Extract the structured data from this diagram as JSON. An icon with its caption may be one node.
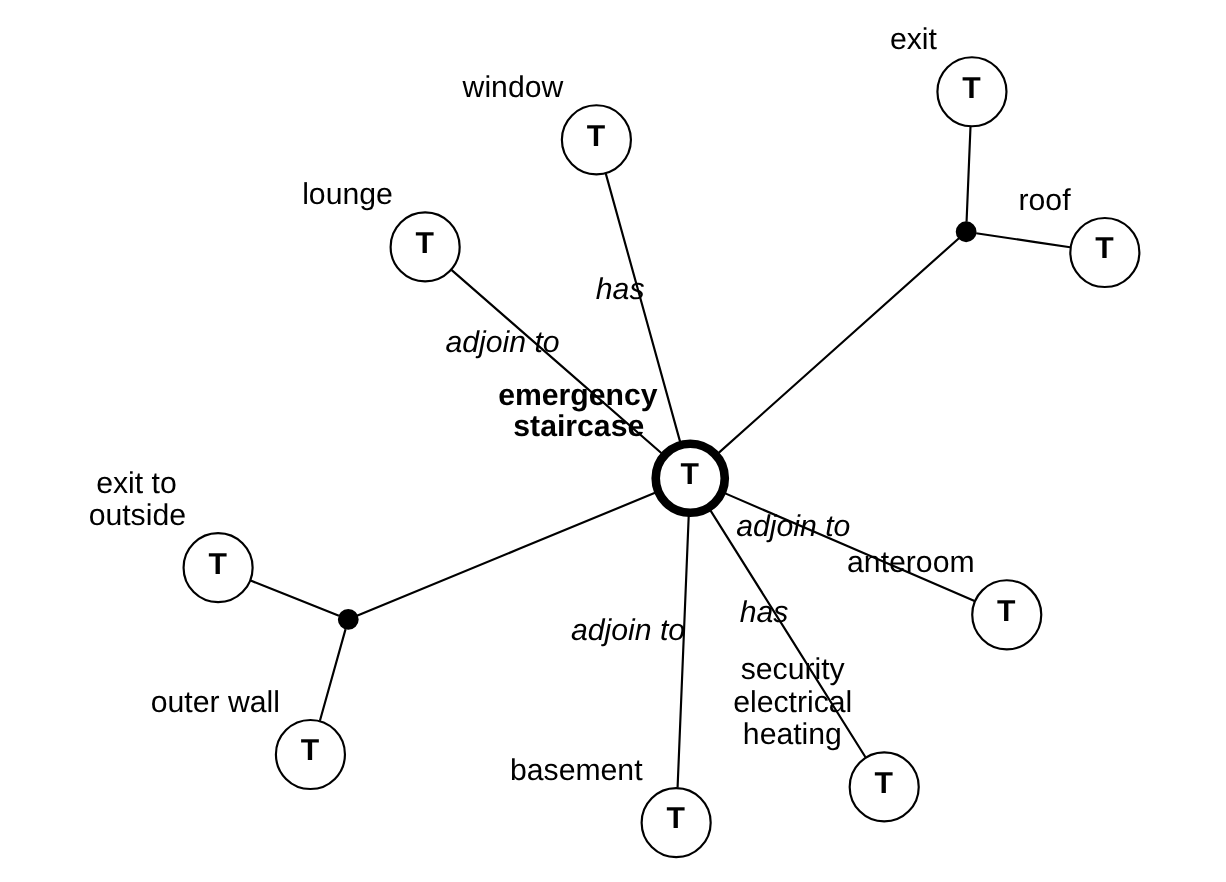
{
  "diagram": {
    "nodes": [
      {
        "text": [
          "T"
        ],
        "beside": [
          "window"
        ]
      },
      {
        "text": [
          "T"
        ],
        "beside": [
          "basement"
        ]
      },
      {
        "text": [
          "T"
        ],
        "beside": [
          "outer wall"
        ]
      },
      {
        "text": [
          "T"
        ],
        "beside": [
          "exit to outside"
        ]
      },
      {
        "text": [],
        "shape": "dot"
      },
      {
        "text": [
          "T"
        ],
        "beside": [
          "emergency staircase"
        ]
      },
      {
        "text": [
          "T"
        ],
        "beside": [
          "anteroom"
        ]
      },
      {
        "text": [
          "T"
        ],
        "beside": [
          "lounge"
        ]
      },
      {
        "text": [],
        "shape": "dot"
      },
      {
        "text": [
          "T"
        ],
        "beside": [
          "security electrical heating"
        ]
      },
      {
        "text": [
          "T"
        ],
        "beside": [
          "roof"
        ]
      },
      {
        "text": [
          "T"
        ],
        "beside": [
          "exit"
        ]
      }
    ],
    "edges": [
      {
        "from": 5,
        "to": 0,
        "arrow": "none",
        "label": "has"
      },
      {
        "from": 5,
        "to": 1,
        "arrow": "none",
        "label": "adjoin to"
      },
      {
        "from": 5,
        "to": 4,
        "arrow": "none"
      },
      {
        "from": 4,
        "to": 2,
        "arrow": "none"
      },
      {
        "from": 4,
        "to": 3,
        "arrow": "none"
      },
      {
        "from": 5,
        "to": 6,
        "arrow": "none",
        "label": "adjoin to"
      },
      {
        "from": 5,
        "to": 8,
        "arrow": "none"
      },
      {
        "from": 8,
        "to": 10,
        "arrow": "none"
      },
      {
        "from": 8,
        "to": 11,
        "arrow": "none"
      },
      {
        "from": 5,
        "to": 9,
        "arrow": "none",
        "label": "has"
      },
      {
        "from": 5,
        "to": 7,
        "arrow": "none",
        "label": "adjoin to"
      }
    ]
  }
}
